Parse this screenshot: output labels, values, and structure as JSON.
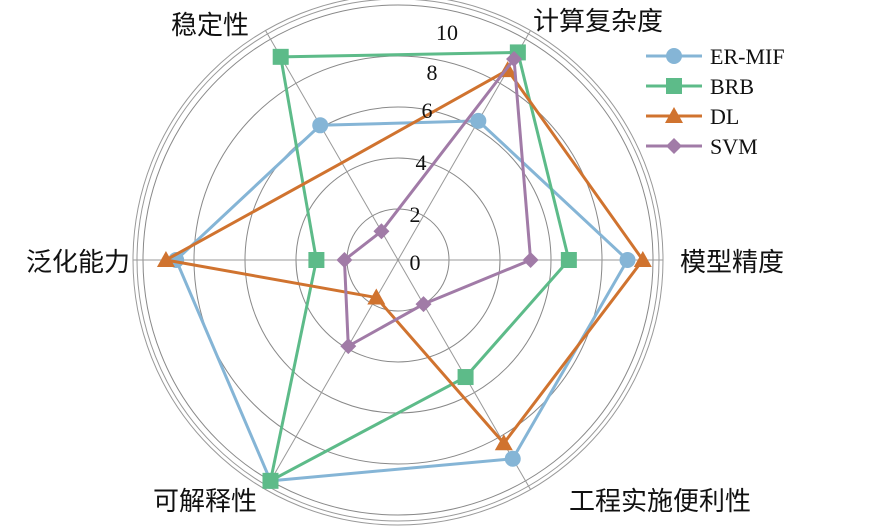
{
  "chart_data": {
    "type": "radar",
    "title": "",
    "categories": [
      "计算复杂度",
      "模型精度",
      "工程实施便利性",
      "可解释性",
      "泛化能力",
      "稳定性"
    ],
    "radial_ticks": [
      "0",
      "2",
      "4",
      "6",
      "8",
      "10"
    ],
    "rlim": [
      0,
      10
    ],
    "grid": true,
    "legend_position": "top-right",
    "series": [
      {
        "name": "ER-MIF",
        "color": "#85b5d6",
        "marker": "circle",
        "values": [
          6.3,
          9.0,
          9.0,
          10.0,
          8.7,
          6.1
        ]
      },
      {
        "name": "BRB",
        "color": "#5dbb89",
        "marker": "square",
        "values": [
          9.4,
          6.7,
          5.3,
          10.0,
          3.2,
          9.2
        ]
      },
      {
        "name": "DL",
        "color": "#d0732f",
        "marker": "triangle",
        "values": [
          8.6,
          9.6,
          8.3,
          1.7,
          9.1,
          4.4
        ],
        "hidden_markers": [
          5
        ]
      },
      {
        "name": "SVM",
        "color": "#a17ba7",
        "marker": "diamond",
        "values": [
          9.1,
          5.2,
          2.0,
          3.9,
          2.1,
          1.3
        ]
      }
    ]
  }
}
